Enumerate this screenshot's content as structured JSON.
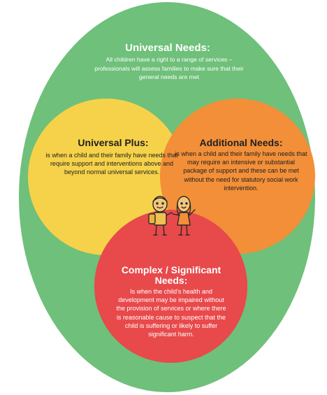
{
  "universal": {
    "title": "Universal Needs:",
    "body": "All children have a right to a range of services – professionals will assess families to make sure that their general needs are met"
  },
  "universal_plus": {
    "title": "Universal Plus:",
    "body": "is when a child and their family have needs that require support and interventions above and beyond normal universal services."
  },
  "additional": {
    "title": "Additional Needs:",
    "body": "is when a child and their family have needs that may require an intensive or substantial package of support and these can be met without the need for statutory social work intervention."
  },
  "complex": {
    "title": "Complex / Significant Needs:",
    "body": "Is when the child's health and development may be impaired without the provision of services or where there is reasonable cause to suspect that the child is suffering or likely to suffer significant harm."
  },
  "colors": {
    "universal": "#6fc07a",
    "universal_plus": "#f6d24a",
    "additional": "#f28f38",
    "complex": "#e8494b"
  },
  "illustration": "two-children-illustration"
}
